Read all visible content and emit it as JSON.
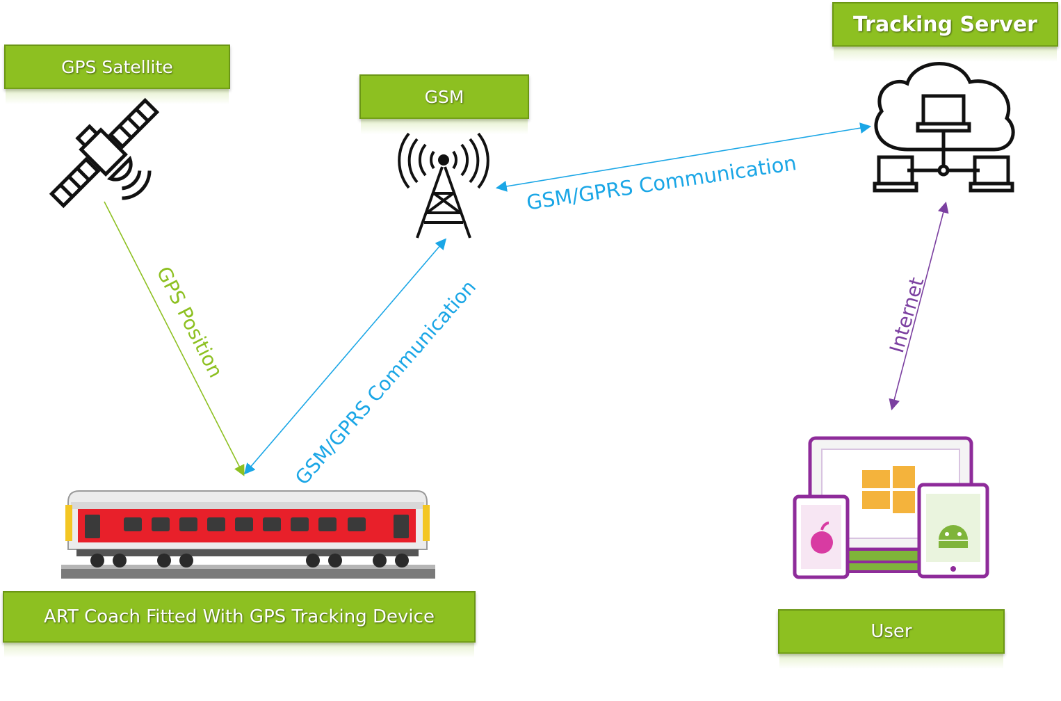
{
  "boxes": {
    "gps_satellite": "GPS Satellite",
    "gsm": "GSM",
    "tracking_server": "Tracking Server",
    "coach": "ART Coach Fitted With GPS Tracking Device",
    "user": "User"
  },
  "links": {
    "gps_position": "GPS Position",
    "gsm_coach": "GSM/GPRS Communication",
    "gsm_server": "GSM/GPRS Communication",
    "internet": "Internet"
  },
  "colors": {
    "box_fill": "#8dc021",
    "gps_link": "#8dc021",
    "gsm_link": "#1aa6e6",
    "internet_link": "#7b3fa0",
    "train_red": "#e8202a",
    "device_purple": "#8e2b9a"
  },
  "icons": [
    "satellite-icon",
    "cell-tower-icon",
    "cloud-network-icon",
    "devices-icon",
    "train-coach-icon"
  ]
}
